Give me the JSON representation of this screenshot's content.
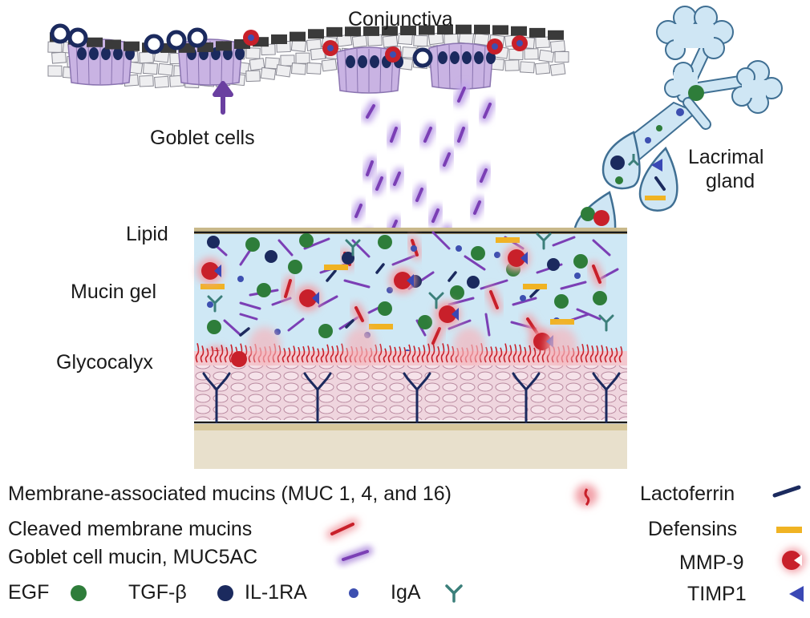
{
  "labels": {
    "conjunctiva": "Conjunctiva",
    "goblet_cells": "Goblet cells",
    "lacrimal_gland_line1": "Lacrimal",
    "lacrimal_gland_line2": "gland",
    "lipid": "Lipid",
    "mucin_gel": "Mucin gel",
    "glycocalyx": "Glycocalyx"
  },
  "legend": {
    "membrane_mucins": "Membrane-associated mucins (MUC 1, 4, and 16)",
    "cleaved_mucins": "Cleaved membrane mucins",
    "goblet_mucin": "Goblet cell mucin, MUC5AC",
    "egf": "EGF",
    "tgf": "TGF-β",
    "il1ra": "IL-1RA",
    "iga": "IgA",
    "lactoferrin": "Lactoferrin",
    "defensins": "Defensins",
    "mmp9": "MMP-9",
    "timp1": "TIMP1"
  },
  "colors": {
    "egf": "#2e7d3a",
    "tgf": "#1b2a5e",
    "il1ra": "#3d4fb0",
    "iga": "#3b7f7a",
    "lactoferrin": "#1b2a5e",
    "defensins": "#f0b323",
    "mmp9": "#c8202a",
    "timp1": "#3a48b5",
    "goblet_mucin": "#7b3fb5",
    "cleaved_mucin": "#c8202a",
    "tear_film": "#cfe8f5",
    "epithelium": "#e8c8d4",
    "basement": "#e8e0cc"
  }
}
